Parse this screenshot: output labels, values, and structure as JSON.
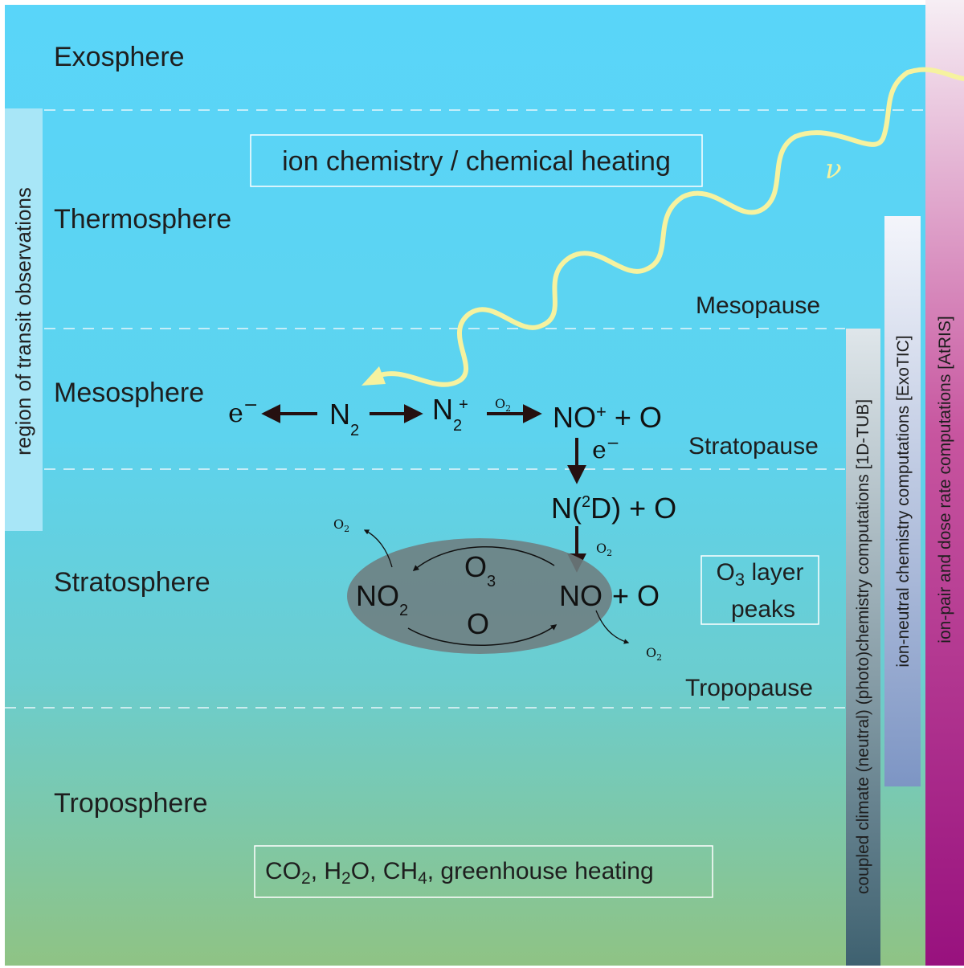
{
  "layers": {
    "exosphere": "Exosphere",
    "thermosphere": "Thermosphere",
    "mesosphere": "Mesosphere",
    "stratosphere": "Stratosphere",
    "troposphere": "Troposphere"
  },
  "boundaries": {
    "mesopause": "Mesopause",
    "stratopause": "Stratopause",
    "tropopause": "Tropopause"
  },
  "side_bar": {
    "transit_label": "region of transit observations"
  },
  "boxes": {
    "ion_chemistry": "ion chemistry / chemical heating",
    "ozone_line1_prefix": "O",
    "ozone_line1_sub": "3",
    "ozone_line1_suffix": " layer",
    "ozone_line2": "peaks",
    "greenhouse": {
      "co": "CO",
      "two_a": "2",
      "h2": ", H",
      "two_b": "2",
      "o_ch": "O, CH",
      "four": "4",
      "suffix": ", greenhouse heating"
    }
  },
  "model_bars": [
    {
      "label": "coupled climate (neutral) (photo)chemistry computations [1D-TUB]",
      "color_top": "#dfe6ea",
      "color_bottom": "#3e6170"
    },
    {
      "label": "ion-neutral chemistry computations [ExoTIC]",
      "color_top": "#f4f5fb",
      "color_bottom": "#7d95c4"
    },
    {
      "label": "ion-pair and dose rate computations [AtRIS]",
      "color_top": "#f6eef4",
      "color_bottom": "#98117e"
    }
  ],
  "reactions": {
    "photon": "ν",
    "electron": "e",
    "minus": "−",
    "n": "N",
    "two": "2",
    "plus": "+",
    "o2_o": "O",
    "o2_2": "2",
    "no_plus_no": "NO",
    "no_plus_plus": "+",
    "plus_o": " + O",
    "e_minus_e": "e",
    "e_minus_minus": "−",
    "n2d_a": "N(",
    "n2d_sup": "2",
    "n2d_b": "D) + O",
    "no_end": "NO",
    "plus_o2": "+ O",
    "cycle_no2_no": "NO",
    "cycle_no2_2": "2",
    "cycle_o3_o": "O",
    "cycle_o3_3": "3",
    "cycle_o": "O"
  },
  "colors": {
    "sky_top": "#59d5f9",
    "sky_mid": "#5cd0e9",
    "sky_bottom": "#8fc384",
    "photon": "#f6f29f",
    "cycle_ellipse": "#6e7d80",
    "transit_bar": "#a8e6f7",
    "arrow": "#251010"
  }
}
